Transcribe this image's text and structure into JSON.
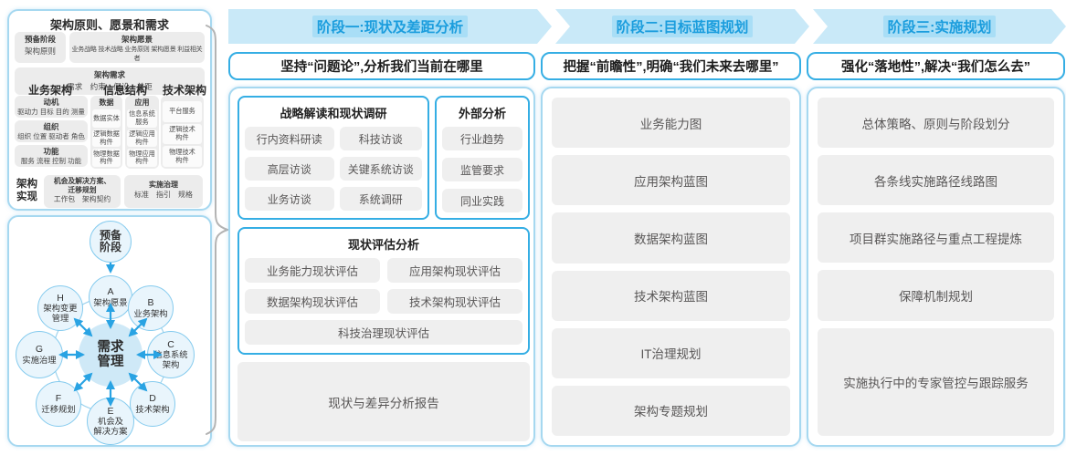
{
  "colors": {
    "accent_blue": "#29a3e3",
    "band_bg": "#c9e9f8",
    "band_text": "#1b9ddd",
    "panel_border": "#a6d8f0",
    "group_border": "#35aee4",
    "chip_bg": "#efefef",
    "chip_text": "#595757",
    "circle_fill": "#e9f5fc",
    "circle_border": "#85cbee",
    "center_circle_fill": "#cfe9f7",
    "brace": "#b3b3b3"
  },
  "left_panel": {
    "title": "架构原则、愿景和需求",
    "prep_title": "预备阶段",
    "prep_sub": "架构原则",
    "vision_title": "架构愿景",
    "vision_sub": "业务战略 技术战略 业务原则 架构愿景 利益相关者",
    "req_title": "架构需求",
    "req_sub": "需求　约束　假设　差距",
    "col_business_title": "业务架构",
    "col_info_title": "信息结构",
    "col_tech_title": "技术架构",
    "business_boxes": [
      {
        "title": "动机",
        "sub": "驱动力 目标 目的 测量"
      },
      {
        "title": "组织",
        "sub": "组织 位置 驱动者 角色"
      },
      {
        "title": "功能",
        "sub": "服务 流程 控制 功能"
      }
    ],
    "data_col": {
      "title": "数据",
      "items": [
        "数据实体",
        "逻辑数据\n构件",
        "物理数据\n构件"
      ]
    },
    "app_col": {
      "title": "应用",
      "items": [
        "信息系统\n服务",
        "逻辑应用\n构件",
        "物理应用\n构件"
      ]
    },
    "tech_col": {
      "items": [
        "平台服务",
        "逻辑技术\n构件",
        "物理技术\n构件"
      ]
    },
    "realization_label": "架构\n实现",
    "realization_boxes": [
      {
        "title": "机会及解决方案、\n迁移规划",
        "sub": "工作包　架构契约"
      },
      {
        "title": "实施治理",
        "sub": "标准　指引　规格"
      }
    ]
  },
  "cycle": {
    "prep": "预备\n阶段",
    "center": "需求\n管理",
    "nodes": [
      {
        "letter": "A",
        "label": "架构愿景"
      },
      {
        "letter": "B",
        "label": "业务架构"
      },
      {
        "letter": "C",
        "label": "信息系统\n架构"
      },
      {
        "letter": "D",
        "label": "技术架构"
      },
      {
        "letter": "E",
        "label": "机会及\n解决方案"
      },
      {
        "letter": "F",
        "label": "迁移规划"
      },
      {
        "letter": "G",
        "label": "实施治理"
      },
      {
        "letter": "H",
        "label": "架构变更\n管理"
      }
    ]
  },
  "phases": [
    {
      "header": "阶段一:现状及差距分析",
      "subtitle": "坚持“问题论”,分析我们当前在哪里"
    },
    {
      "header": "阶段二:目标蓝图规划",
      "subtitle": "把握“前瞻性”,明确“我们未来去哪里”"
    },
    {
      "header": "阶段三:实施规划",
      "subtitle": "强化“落地性”,解决“我们怎么去”"
    }
  ],
  "phase1": {
    "group1": {
      "title": "战略解读和现状调研",
      "items": [
        "行内资料研读",
        "科技访谈",
        "高层访谈",
        "关键系统访谈",
        "业务访谈",
        "系统调研"
      ]
    },
    "group2": {
      "title": "外部分析",
      "items": [
        "行业趋势",
        "监管要求",
        "同业实践"
      ]
    },
    "group3": {
      "title": "现状评估分析",
      "items": [
        "业务能力现状评估",
        "应用架构现状评估",
        "数据架构现状评估",
        "技术架构现状评估",
        "科技治理现状评估"
      ]
    },
    "report": "现状与差异分析报告"
  },
  "phase2": {
    "items": [
      "业务能力图",
      "应用架构蓝图",
      "数据架构蓝图",
      "技术架构蓝图",
      "IT治理规划",
      "架构专题规划"
    ]
  },
  "phase3": {
    "items": [
      "总体策略、原则与阶段划分",
      "各条线实施路径线路图",
      "项目群实施路径与重点工程提炼",
      "保障机制规划",
      "实施执行中的专家管控与跟踪服务"
    ]
  }
}
